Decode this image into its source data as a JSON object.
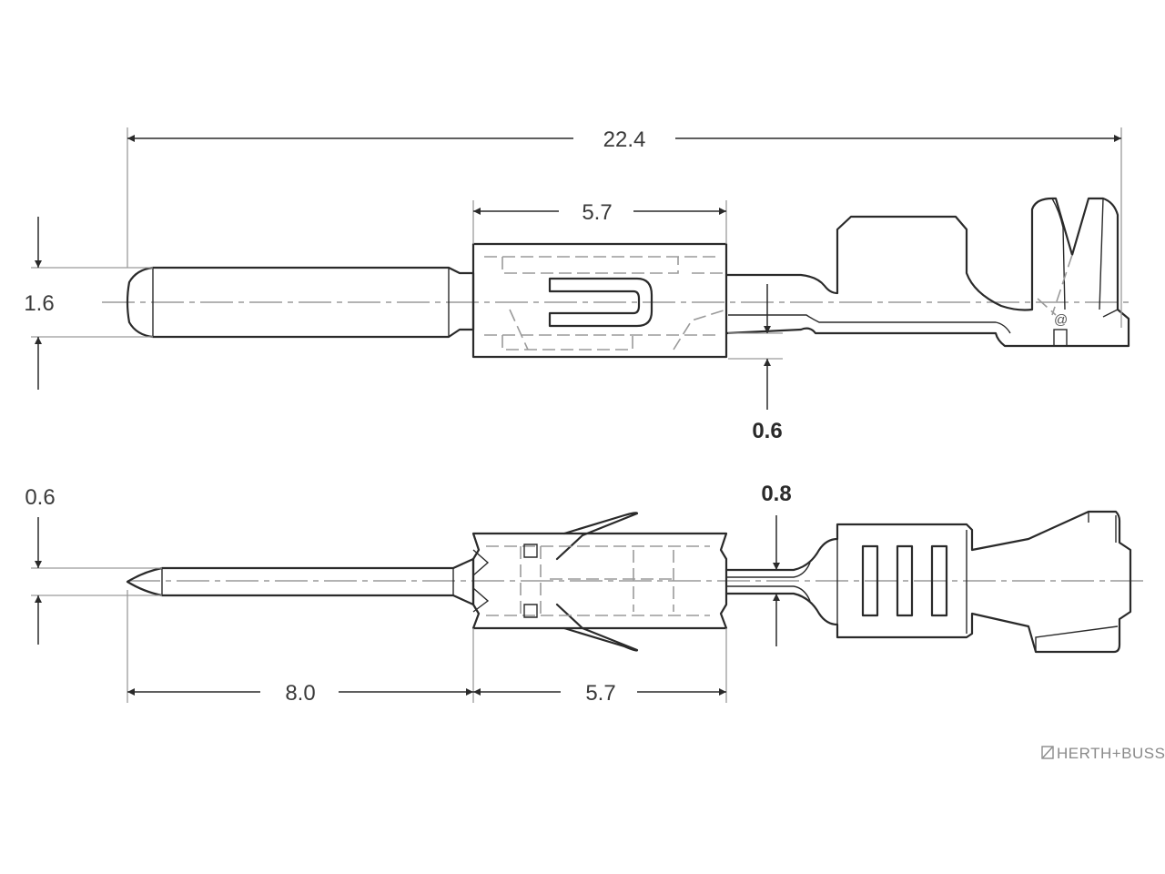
{
  "diagram": {
    "top_view": {
      "dimensions": {
        "overall_length": "22.4",
        "housing_length": "5.7",
        "pin_diameter": "1.6",
        "strip_thickness": "0.6"
      }
    },
    "side_view": {
      "dimensions": {
        "pin_thickness": "0.6",
        "neck_thickness": "0.8",
        "pin_length": "8.0",
        "housing_length": "5.7"
      }
    }
  },
  "branding": {
    "logo_text": "HERTH+BUSS"
  }
}
